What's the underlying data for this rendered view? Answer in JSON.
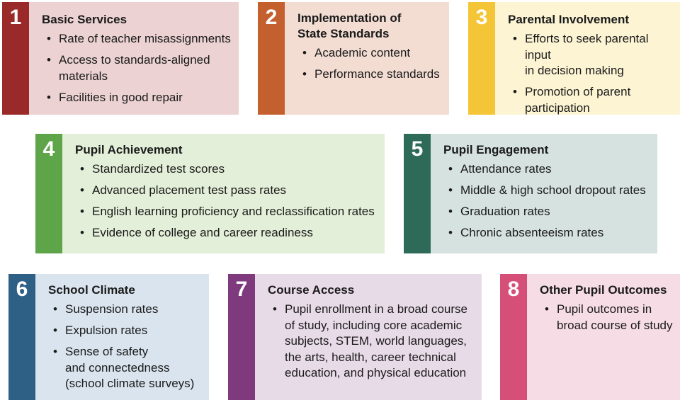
{
  "cards": [
    {
      "number": "1",
      "title": "Basic Services",
      "items": [
        "Rate of teacher misassignments",
        "Access to standards-aligned\nmaterials",
        "Facilities in good repair"
      ],
      "bar_color": "#9a2a2a",
      "bg_color": "#ecd2d2"
    },
    {
      "number": "2",
      "title": "Implementation of\nState Standards",
      "items": [
        "Academic content",
        "Performance standards"
      ],
      "bar_color": "#c4602e",
      "bg_color": "#f3ddd3"
    },
    {
      "number": "3",
      "title": "Parental Involvement",
      "items": [
        "Efforts to seek parental input\nin decision making",
        "Promotion of parent\nparticipation"
      ],
      "bar_color": "#f4c637",
      "bg_color": "#fcf4d3"
    },
    {
      "number": "4",
      "title": "Pupil Achievement",
      "items": [
        "Standardized test scores",
        "Advanced placement test pass rates",
        "English learning proficiency and reclassification rates",
        "Evidence of college and career readiness"
      ],
      "bar_color": "#5ea54a",
      "bg_color": "#e3efd8"
    },
    {
      "number": "5",
      "title": "Pupil Engagement",
      "items": [
        "Attendance rates",
        "Middle & high school dropout rates",
        "Graduation rates",
        "Chronic absenteeism rates"
      ],
      "bar_color": "#2e6a58",
      "bg_color": "#d6e2df"
    },
    {
      "number": "6",
      "title": "School Climate",
      "items": [
        "Suspension rates",
        "Expulsion rates",
        "Sense of safety\nand connectedness\n(school climate surveys)"
      ],
      "bar_color": "#2e5f85",
      "bg_color": "#d9e4ee"
    },
    {
      "number": "7",
      "title": "Course Access",
      "items": [
        "Pupil enrollment in a broad course\nof study, including core academic\nsubjects, STEM, world languages,\nthe arts, health, career technical\neducation, and physical education"
      ],
      "bar_color": "#7e3a7c",
      "bg_color": "#e8dbe8"
    },
    {
      "number": "8",
      "title": "Other Pupil Outcomes",
      "items": [
        "Pupil outcomes in\nbroad course of study"
      ],
      "bar_color": "#d64f78",
      "bg_color": "#f6dce4"
    }
  ]
}
